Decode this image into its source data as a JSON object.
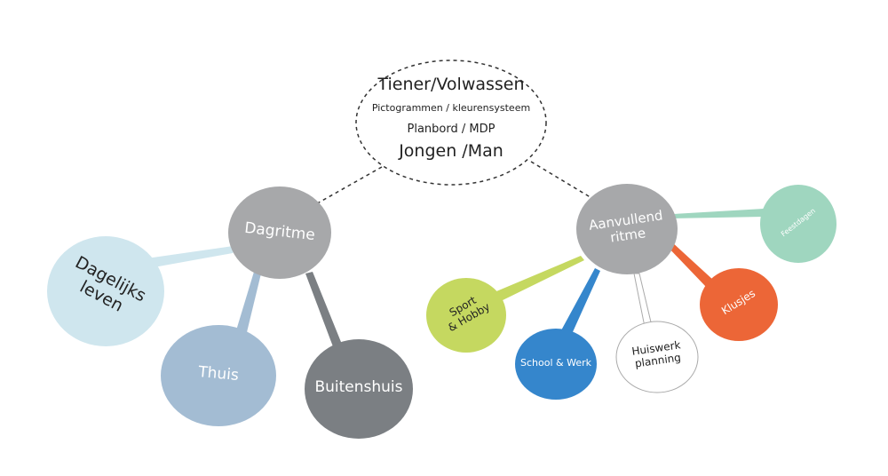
{
  "root": {
    "title": "Tiener/Volwassen",
    "lines": [
      "Pictogrammen / kleurensysteem",
      "Planbord / MDP",
      "Jongen /Man"
    ]
  },
  "hubs": {
    "dagritme": {
      "label": "Dagritme",
      "color": "#a7a8aa"
    },
    "aanvullend": {
      "label_lines": [
        "Aanvullend",
        "ritme"
      ],
      "color": "#a7a8aa"
    }
  },
  "leaves": {
    "dagelijks_leven": {
      "label_lines": [
        "Dagelijks",
        "leven"
      ],
      "color": "#cfe6ee"
    },
    "thuis": {
      "label": "Thuis",
      "color": "#a3bcd3"
    },
    "buitenshuis": {
      "label": "Buitenshuis",
      "color": "#7b7f83"
    },
    "sport_hobby": {
      "label_lines": [
        "Sport",
        "& Hobby"
      ],
      "color": "#c5d860"
    },
    "school_werk": {
      "label": "School & Werk",
      "color": "#3586cc"
    },
    "huiswerk": {
      "label_lines": [
        "Huiswerk",
        "planning"
      ],
      "color": "#ffffff"
    },
    "klusjes": {
      "label": "Klusjes",
      "color": "#ec6637"
    },
    "feestdagen": {
      "label": "Feestdagen",
      "color": "#9fd6bf"
    }
  }
}
